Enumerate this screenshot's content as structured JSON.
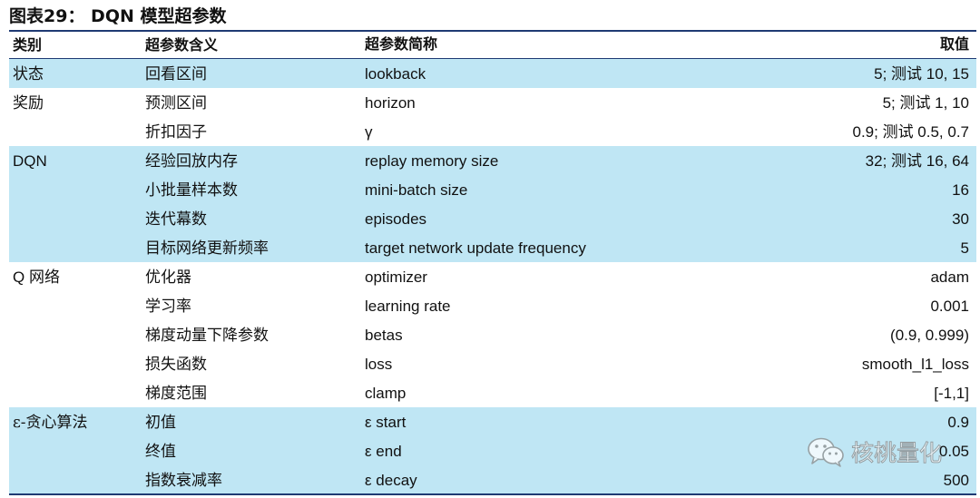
{
  "title": "图表29：   DQN 模型超参数",
  "header": {
    "category": "类别",
    "meaning": "超参数含义",
    "name": "超参数简称",
    "value": "取值"
  },
  "rows": [
    {
      "category": "状态",
      "meaning": "回看区间",
      "name": "lookback",
      "value": "5; 测试 10, 15",
      "highlight": true
    },
    {
      "category": "奖励",
      "meaning": "预测区间",
      "name": "horizon",
      "value": "5; 测试 1, 10",
      "highlight": false
    },
    {
      "category": "",
      "meaning": "折扣因子",
      "name": "γ",
      "value": "0.9; 测试 0.5, 0.7",
      "highlight": false
    },
    {
      "category": "DQN",
      "meaning": "经验回放内存",
      "name": "replay memory size",
      "value": "32; 测试 16, 64",
      "highlight": true
    },
    {
      "category": "",
      "meaning": "小批量样本数",
      "name": "mini-batch size",
      "value": "16",
      "highlight": true
    },
    {
      "category": "",
      "meaning": "迭代幕数",
      "name": "episodes",
      "value": "30",
      "highlight": true
    },
    {
      "category": "",
      "meaning": "目标网络更新频率",
      "name": "target network update frequency",
      "value": "5",
      "highlight": true
    },
    {
      "category": "Q 网络",
      "meaning": "优化器",
      "name": "optimizer",
      "value": "adam",
      "highlight": false
    },
    {
      "category": "",
      "meaning": "学习率",
      "name": "learning rate",
      "value": "0.001",
      "highlight": false
    },
    {
      "category": "",
      "meaning": "梯度动量下降参数",
      "name": "betas",
      "value": "(0.9, 0.999)",
      "highlight": false
    },
    {
      "category": "",
      "meaning": "损失函数",
      "name": "loss",
      "value": "smooth_l1_loss",
      "highlight": false
    },
    {
      "category": "",
      "meaning": "梯度范围",
      "name": "clamp",
      "value": "[-1,1]",
      "highlight": false
    },
    {
      "category": "ε-贪心算法",
      "meaning": "初值",
      "name": "ε start",
      "value": "0.9",
      "highlight": true
    },
    {
      "category": "",
      "meaning": "终值",
      "name": "ε end",
      "value": "0.05",
      "highlight": true
    },
    {
      "category": "",
      "meaning": "指数衰减率",
      "name": "ε decay",
      "value": "500",
      "highlight": true
    }
  ],
  "watermark": {
    "text": "核桃量化",
    "icon": "wechat-icon"
  },
  "colors": {
    "highlight": "#bfe6f4",
    "rule": "#1f3a73"
  }
}
